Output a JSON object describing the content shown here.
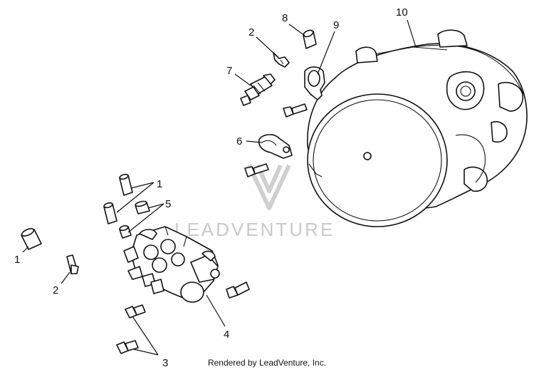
{
  "watermark": {
    "text": "LEADVENTURE"
  },
  "footer": {
    "credit": "Rendered by LeadVenture, Inc."
  },
  "callouts": {
    "c1a": "1",
    "c1b": "1",
    "c2a": "2",
    "c2b": "2",
    "c3": "3",
    "c4": "4",
    "c5": "5",
    "c6": "6",
    "c7": "7",
    "c8": "8",
    "c9": "9",
    "c10": "10"
  }
}
